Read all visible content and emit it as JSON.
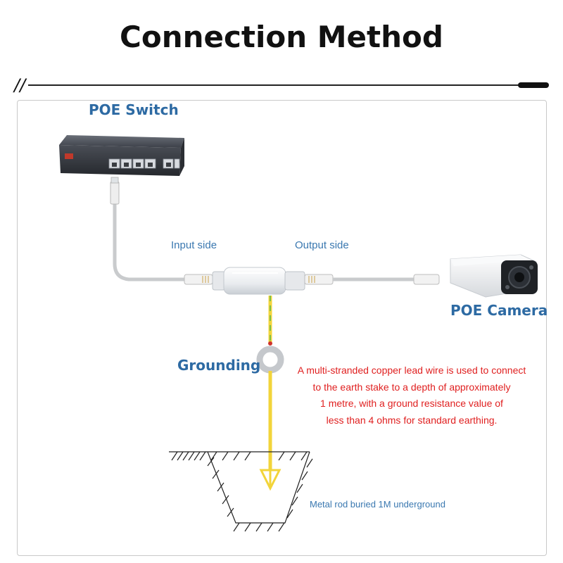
{
  "title": "Connection Method",
  "divider_prefix": "//",
  "labels": {
    "poe_switch": "POE Switch",
    "input_side": "Input side",
    "output_side": "Output side",
    "poe_camera": "POE Camera",
    "grounding": "Grounding",
    "metal_rod": "Metal rod buried 1M underground"
  },
  "note_lines": [
    "A multi-stranded copper lead wire is used to connect",
    "to the earth stake to a depth of approximately",
    "1 metre, with a ground resistance value of",
    "less than 4 ohms for standard earthing."
  ],
  "colors": {
    "title": "#111111",
    "label_blue": "#2d6aa3",
    "note_red": "#e02020",
    "cable": "#c8c8c8",
    "ground_wire": "#f2d43a",
    "ground_stripe": "#7cc04a"
  }
}
